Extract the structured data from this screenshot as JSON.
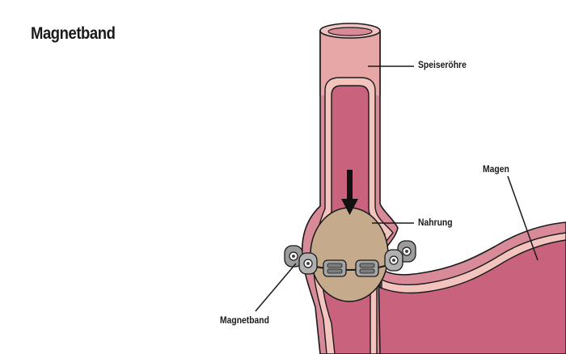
{
  "title": "Magnetband",
  "labels": {
    "esophagus": "Speiseröhre",
    "stomach": "Magen",
    "food": "Nahrung",
    "band": "Magnetband"
  },
  "colors": {
    "outer_wall": "#d88a98",
    "inner_wall": "#f2c4bd",
    "lumen": "#c9627c",
    "top_tube": "#e7a7a7",
    "food": "#c6aa8c",
    "magnet": "#9b9b9b",
    "outline": "#1a1a1a"
  },
  "icons": {
    "arrow": "down-arrow-icon"
  }
}
